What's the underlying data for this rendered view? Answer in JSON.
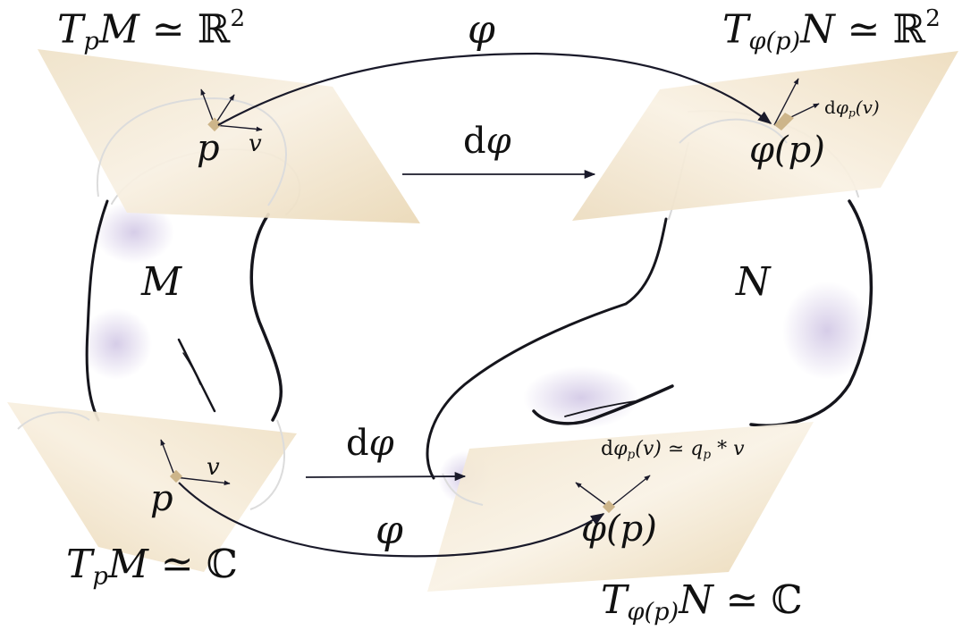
{
  "labels": {
    "tpm_r2": {
      "T": "T",
      "p": "p",
      "M": "M",
      "sim": " ≃ ",
      "field": "ℝ",
      "exp": "2"
    },
    "phi_top": "φ",
    "tphip_r2": {
      "T": "T",
      "sub": "φ(p)",
      "N": "N",
      "sim": " ≃ ",
      "field": "ℝ",
      "exp": "2"
    },
    "p_top": "p",
    "v_top": "v",
    "dphi_top": {
      "d": "d",
      "phi": "φ"
    },
    "dphip_v_top": {
      "d": "d",
      "phi": "φ",
      "sub": "p",
      "arg": "(v)"
    },
    "phip_top": "φ(p)",
    "M": "M",
    "N": "N",
    "dphi_bottom": {
      "d": "d",
      "phi": "φ"
    },
    "dphip_v_bottom": {
      "d": "d",
      "phi": "φ",
      "sub": "p",
      "arg": "(v)",
      "rel": " ≃ ",
      "q": "q",
      "qsub": "p",
      "op": " * v"
    },
    "p_bottom": "p",
    "v_bottom": "v",
    "phi_bottom": "φ",
    "phip_bottom": "φ(p)",
    "tpm_c": {
      "T": "T",
      "p": "p",
      "M": "M",
      "sim": " ≃ ",
      "field": "ℂ"
    },
    "tphip_c": {
      "T": "T",
      "sub": "φ(p)",
      "N": "N",
      "sim": " ≃ ",
      "field": "ℂ"
    }
  }
}
